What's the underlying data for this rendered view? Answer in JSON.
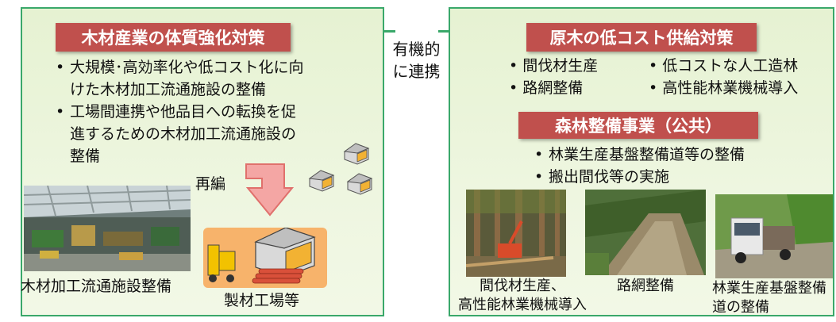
{
  "middle": {
    "label_line1": "有機的",
    "label_line2": "に連携"
  },
  "left": {
    "title": "木材産業の体質強化対策",
    "bullets": [
      {
        "line1": "大規模･高効率化や低コスト化に向",
        "line2": "けた木材加工流通施設の整備",
        "line3": ""
      },
      {
        "line1": "工場間連携や他品目への転換を促",
        "line2": "進するための木材加工流通施設の",
        "line3": "整備"
      }
    ],
    "reorganize_label": "再編",
    "photo_caption": "木材加工流通施設整備",
    "factory_caption": "製材工場等"
  },
  "right": {
    "title": "原木の低コスト供給対策",
    "bullets_grid": [
      "間伐材生産",
      "低コストな人工造林",
      "路網整備",
      "高性能林業機械導入"
    ],
    "sub_title": "森林整備事業（公共）",
    "sub_bullets": [
      "林業生産基盤整備道等の整備",
      "搬出間伐等の実施"
    ],
    "captions": [
      {
        "line1": "間伐材生産、",
        "line2": "高性能林業機械導入"
      },
      {
        "line1": "路網整備",
        "line2": ""
      },
      {
        "line1": "林業生産基盤整備",
        "line2": "道の整備"
      }
    ]
  },
  "colors": {
    "panel_border": "#3aa86a",
    "title_red": "#c0504d",
    "arrow_pink": "#f4a6a4",
    "factory_orange": "#f7b36b"
  }
}
